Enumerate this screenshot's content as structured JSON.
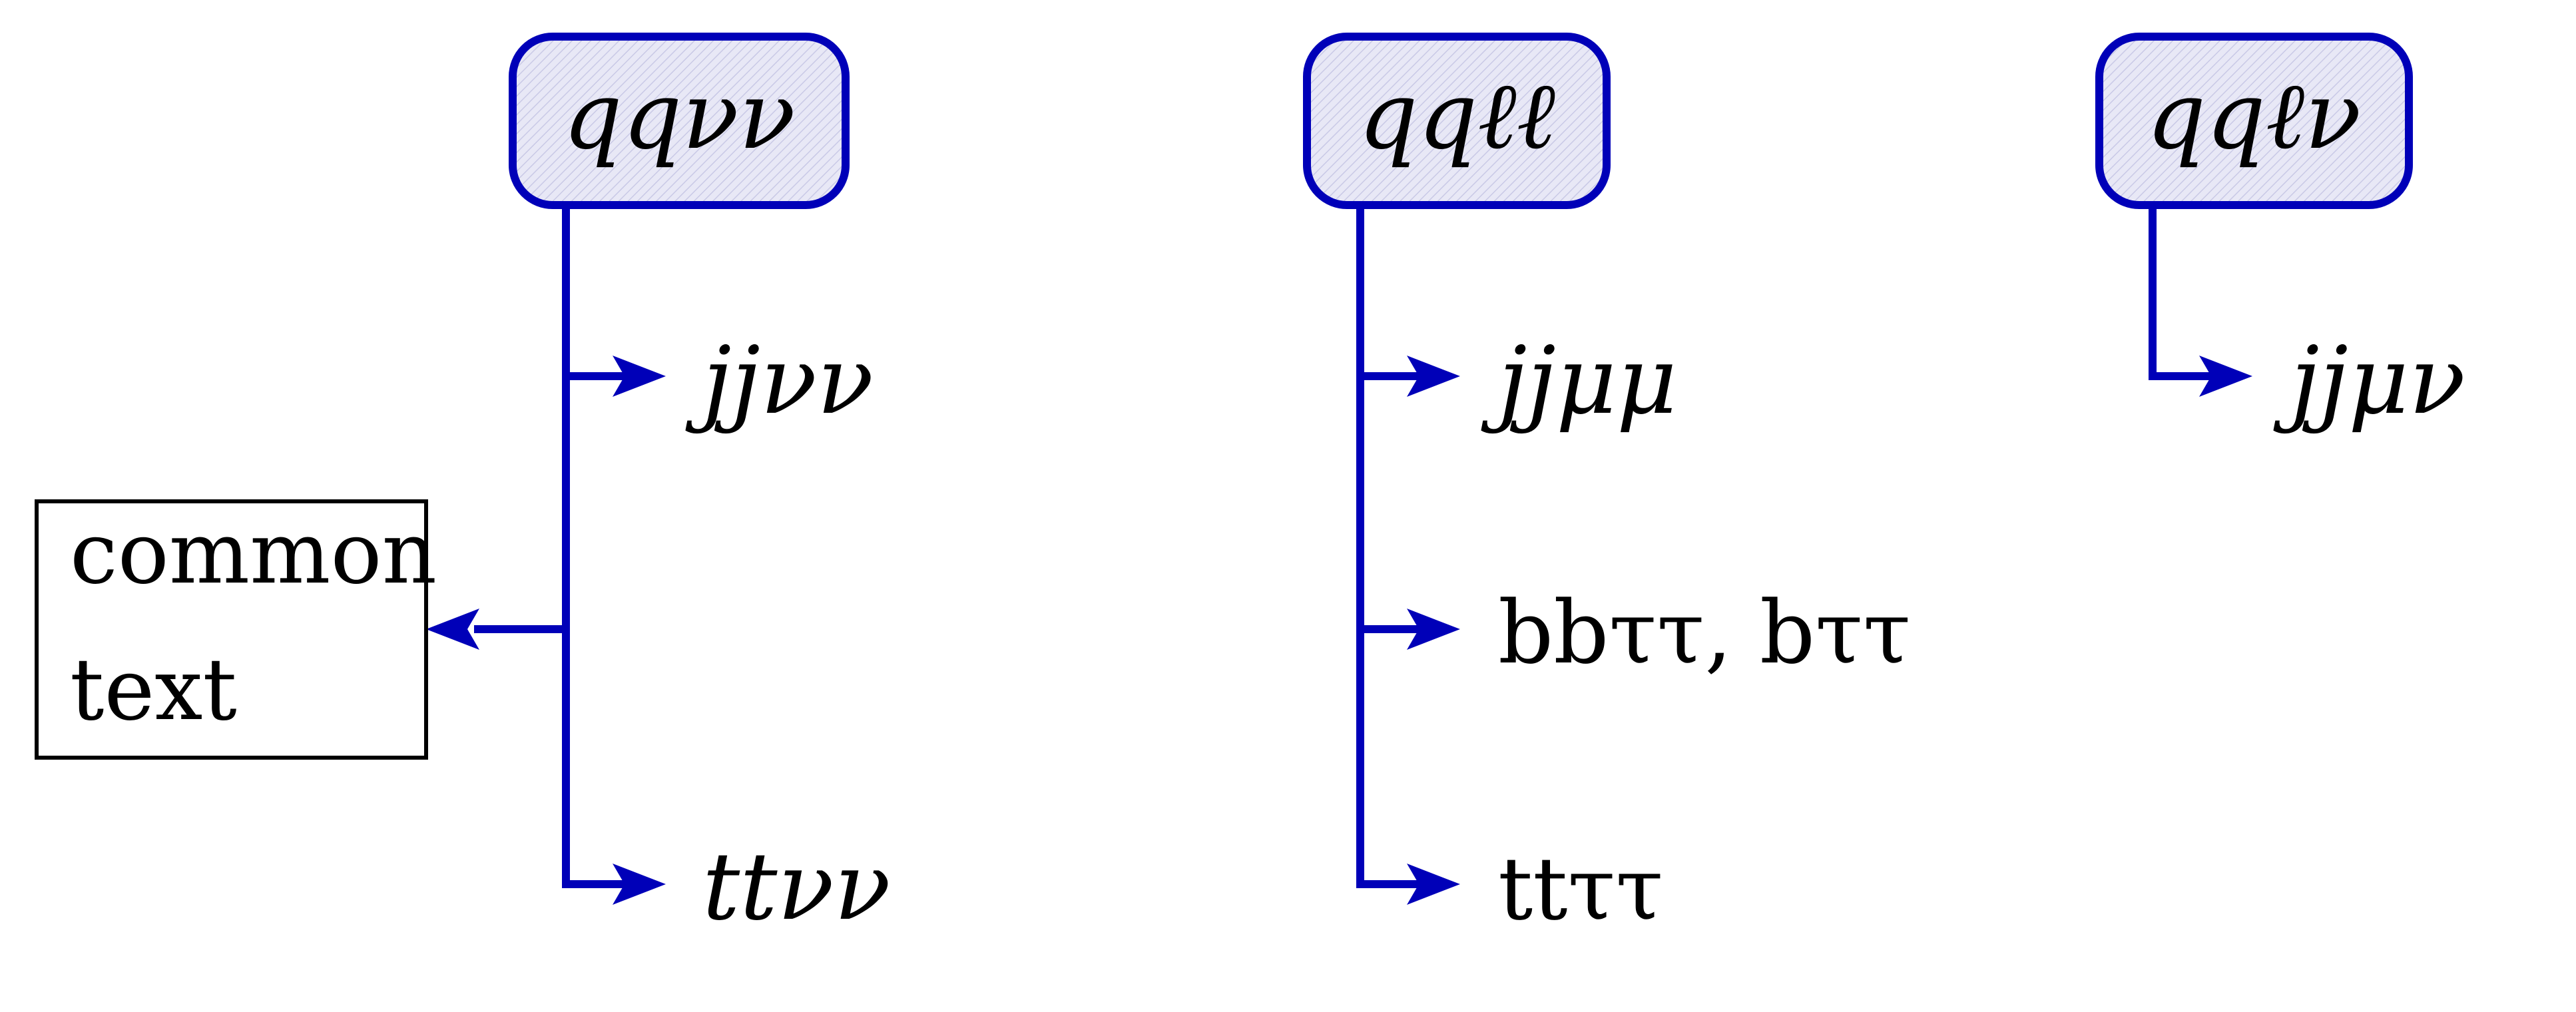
{
  "colors": {
    "wire": "#0000b8",
    "node_fill": "#e6e6f5",
    "node_border": "#0000b8",
    "text": "#000000",
    "box_border": "#000000"
  },
  "columns": [
    {
      "root": "qqνν",
      "leaves": [
        {
          "label": "jjνν"
        },
        {
          "label": "ttνν"
        }
      ]
    },
    {
      "root": "qqℓℓ",
      "leaves": [
        {
          "label": "jjμμ"
        },
        {
          "label": "bbττ, bττ"
        },
        {
          "label": "ttττ"
        }
      ]
    },
    {
      "root": "qqℓν",
      "leaves": [
        {
          "label": "jjμν"
        }
      ]
    }
  ],
  "common_box": {
    "line1": "common",
    "line2": "text"
  }
}
